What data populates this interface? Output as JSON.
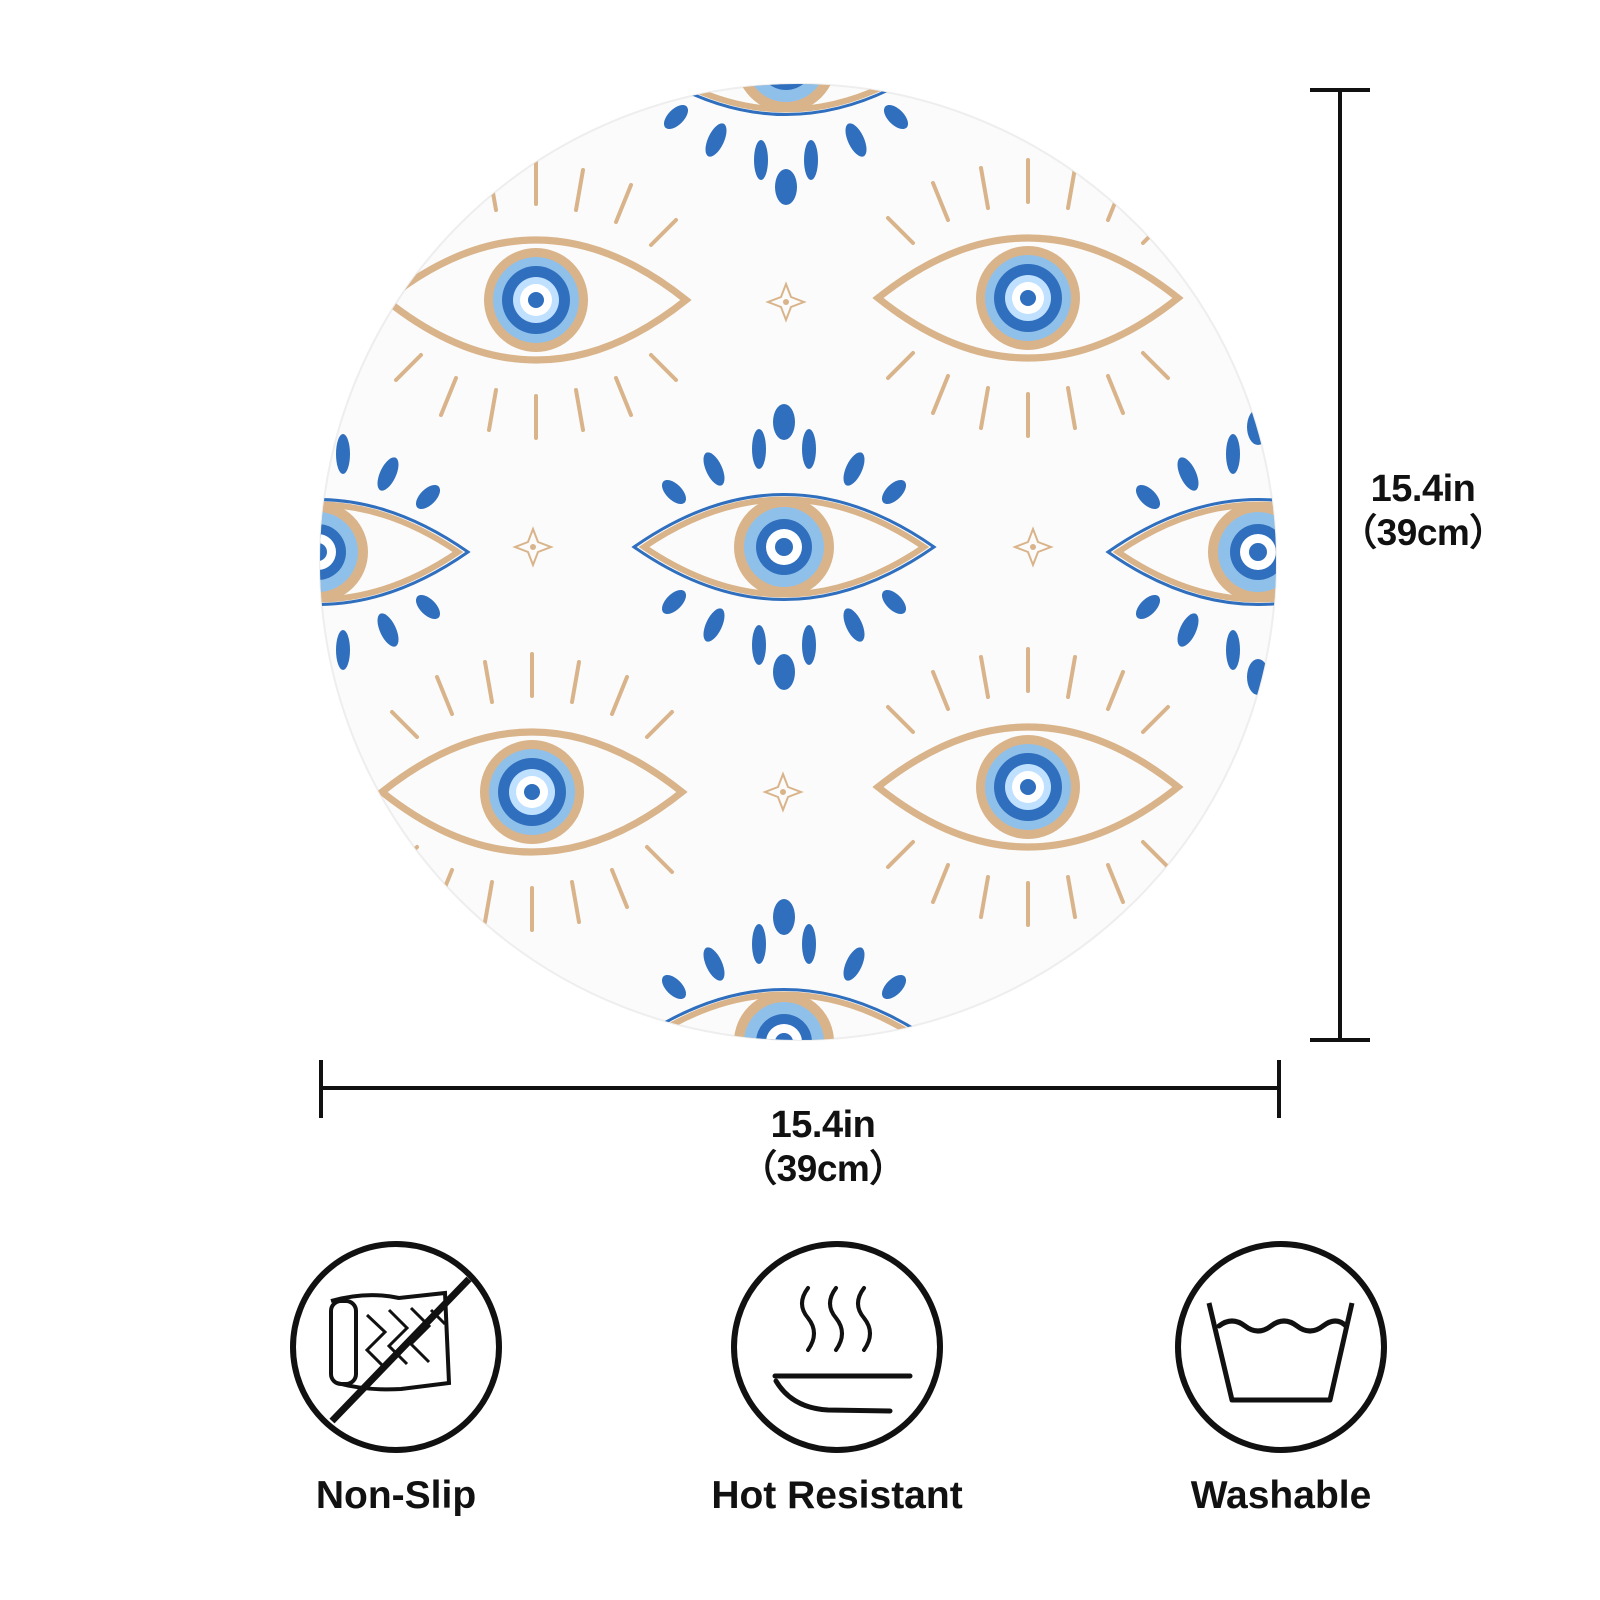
{
  "dimensions": {
    "height_inches": "15.4in",
    "height_cm": "（39cm）",
    "width_inches": "15.4in",
    "width_cm": "（39cm）"
  },
  "features": [
    {
      "label": "Non-Slip",
      "icon": "non-slip-icon"
    },
    {
      "label": "Hot Resistant",
      "icon": "hot-resistant-icon"
    },
    {
      "label": "Washable",
      "icon": "washable-icon"
    }
  ],
  "colors": {
    "background": "#ffffff",
    "mat_background": "#fbfbfb",
    "tan": "#d9b48b",
    "blue_dark": "#2f6fbe",
    "blue_light": "#8fc0ea",
    "line": "#111111"
  }
}
